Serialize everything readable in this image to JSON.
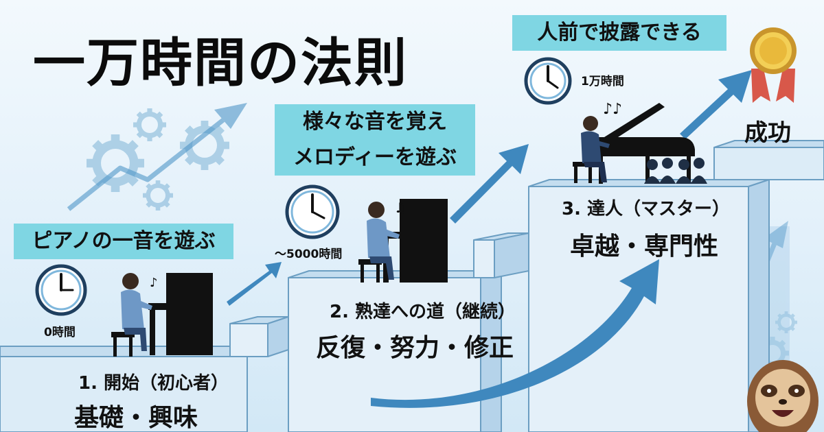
{
  "title": "一万時間の法則",
  "colors": {
    "background": "#e8f3fa",
    "banner": "#7fd6e3",
    "arrow": "#3f88be",
    "step_face": "#d4e8f4",
    "step_edge": "#6b9ec2",
    "piano": "#111111",
    "person": "#6e98c6"
  },
  "stages": [
    {
      "number_label": "1. 開始（初心者）",
      "keywords": "基礎・興味",
      "banner": "ピアノの一音を遊ぶ",
      "hours": "0時間",
      "icon": "upright-piano-player"
    },
    {
      "number_label": "2. 熟達への道（継続）",
      "keywords": "反復・努力・修正",
      "banner_line1": "様々な音を覚え",
      "banner_line2": "メロディーを遊ぶ",
      "hours": "〜5000時間",
      "icon": "upright-piano-player"
    },
    {
      "number_label": "3. 達人（マスター）",
      "keywords": "卓越・専門性",
      "banner": "人前で披露できる",
      "hours": "1万時間",
      "icon": "grand-piano-performer"
    }
  ],
  "goal": {
    "label": "成功",
    "icon": "gold-medal"
  },
  "decorations": [
    "gear-icon",
    "trend-arrow-icon",
    "music-note-icon",
    "clock-icon",
    "audience-icon",
    "sloth-mascot"
  ]
}
